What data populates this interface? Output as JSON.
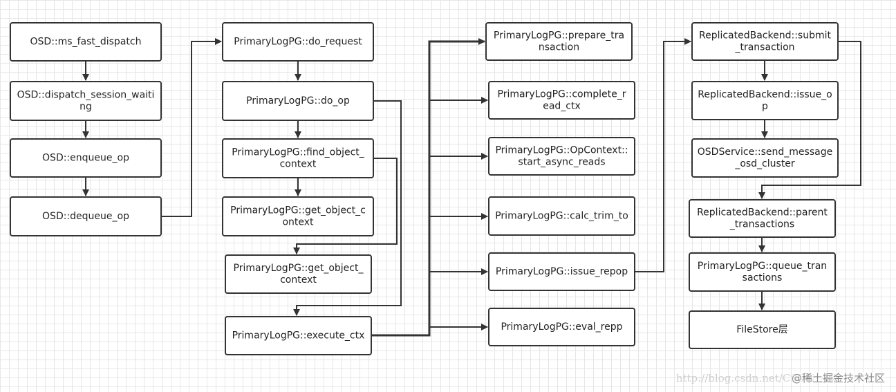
{
  "nodes": [
    {
      "id": "osd_fast_dispatch",
      "lines": [
        "OSD::ms_fast_dispatch"
      ]
    },
    {
      "id": "osd_dispatch_session_waiting",
      "lines": [
        "OSD::dispatch_session_waiti",
        "ng"
      ]
    },
    {
      "id": "osd_enqueue_op",
      "lines": [
        "OSD::enqueue_op"
      ]
    },
    {
      "id": "osd_dequeue_op",
      "lines": [
        "OSD::dequeue_op"
      ]
    },
    {
      "id": "plpg_do_request",
      "lines": [
        "PrimaryLogPG::do_request"
      ]
    },
    {
      "id": "plpg_do_op",
      "lines": [
        "PrimaryLogPG::do_op"
      ]
    },
    {
      "id": "plpg_find_object_context",
      "lines": [
        "PrimaryLogPG::find_object_",
        "context"
      ]
    },
    {
      "id": "plpg_get_object_context_1",
      "lines": [
        "PrimaryLogPG::get_object_c",
        "ontext"
      ]
    },
    {
      "id": "plpg_get_object_context_2",
      "lines": [
        "PrimaryLogPG::get_object_",
        "context"
      ]
    },
    {
      "id": "plpg_execute_ctx",
      "lines": [
        "PrimaryLogPG::execute_ctx"
      ]
    },
    {
      "id": "plpg_prepare_transaction",
      "lines": [
        "PrimaryLogPG::prepare_tra",
        "nsaction"
      ]
    },
    {
      "id": "plpg_complete_read_ctx",
      "lines": [
        "PrimaryLogPG::complete_r",
        "ead_ctx"
      ]
    },
    {
      "id": "plpg_start_async_reads",
      "lines": [
        "PrimaryLogPG::OpContext::",
        "start_async_reads"
      ]
    },
    {
      "id": "plpg_calc_trim_to",
      "lines": [
        "PrimaryLogPG::calc_trim_to"
      ]
    },
    {
      "id": "plpg_issue_repop",
      "lines": [
        "PrimaryLogPG::issue_repop"
      ]
    },
    {
      "id": "plpg_eval_repp",
      "lines": [
        "PrimaryLogPG::eval_repp"
      ]
    },
    {
      "id": "rb_submit_transaction",
      "lines": [
        "ReplicatedBackend::submit",
        "_transaction"
      ]
    },
    {
      "id": "rb_issue_op",
      "lines": [
        "ReplicatedBackend::issue_o",
        "p"
      ]
    },
    {
      "id": "osdservice_send_message_osd_cluster",
      "lines": [
        "OSDService::send_message",
        "_osd_cluster"
      ]
    },
    {
      "id": "rb_parent_transactions",
      "lines": [
        "ReplicatedBackend::parent",
        "_transactions"
      ]
    },
    {
      "id": "plpg_queue_transactions",
      "lines": [
        "PrimaryLogPG::queue_tran",
        "sactions"
      ]
    },
    {
      "id": "filestore_layer",
      "lines": [
        "FileStore层"
      ]
    }
  ],
  "edges": [
    {
      "from": "osd_fast_dispatch",
      "to": "osd_dispatch_session_waiting"
    },
    {
      "from": "osd_dispatch_session_waiting",
      "to": "osd_enqueue_op"
    },
    {
      "from": "osd_enqueue_op",
      "to": "osd_dequeue_op"
    },
    {
      "from": "osd_dequeue_op",
      "to": "plpg_do_request"
    },
    {
      "from": "plpg_do_request",
      "to": "plpg_do_op"
    },
    {
      "from": "plpg_do_op",
      "to": "plpg_find_object_context"
    },
    {
      "from": "plpg_find_object_context",
      "to": "plpg_get_object_context_1"
    },
    {
      "from": "plpg_find_object_context",
      "to": "plpg_get_object_context_2"
    },
    {
      "from": "plpg_do_op",
      "to": "plpg_execute_ctx"
    },
    {
      "from": "plpg_execute_ctx",
      "to": "plpg_prepare_transaction"
    },
    {
      "from": "plpg_execute_ctx",
      "to": "plpg_complete_read_ctx"
    },
    {
      "from": "plpg_execute_ctx",
      "to": "plpg_start_async_reads"
    },
    {
      "from": "plpg_execute_ctx",
      "to": "plpg_calc_trim_to"
    },
    {
      "from": "plpg_execute_ctx",
      "to": "plpg_issue_repop"
    },
    {
      "from": "plpg_execute_ctx",
      "to": "plpg_eval_repp"
    },
    {
      "from": "plpg_issue_repop",
      "to": "rb_submit_transaction"
    },
    {
      "from": "rb_submit_transaction",
      "to": "rb_issue_op"
    },
    {
      "from": "rb_issue_op",
      "to": "osdservice_send_message_osd_cluster"
    },
    {
      "from": "rb_submit_transaction",
      "to": "rb_parent_transactions"
    },
    {
      "from": "rb_parent_transactions",
      "to": "plpg_queue_transactions"
    },
    {
      "from": "plpg_queue_transactions",
      "to": "filestore_layer"
    }
  ],
  "watermark": {
    "url": "http://blog.csdn.net/CSDN_AN",
    "brand": "@稀土掘金技术社区"
  },
  "colors": {
    "box_border": "#333333",
    "connector": "#333333",
    "text": "#222222",
    "grid": "#e6e6e6"
  }
}
